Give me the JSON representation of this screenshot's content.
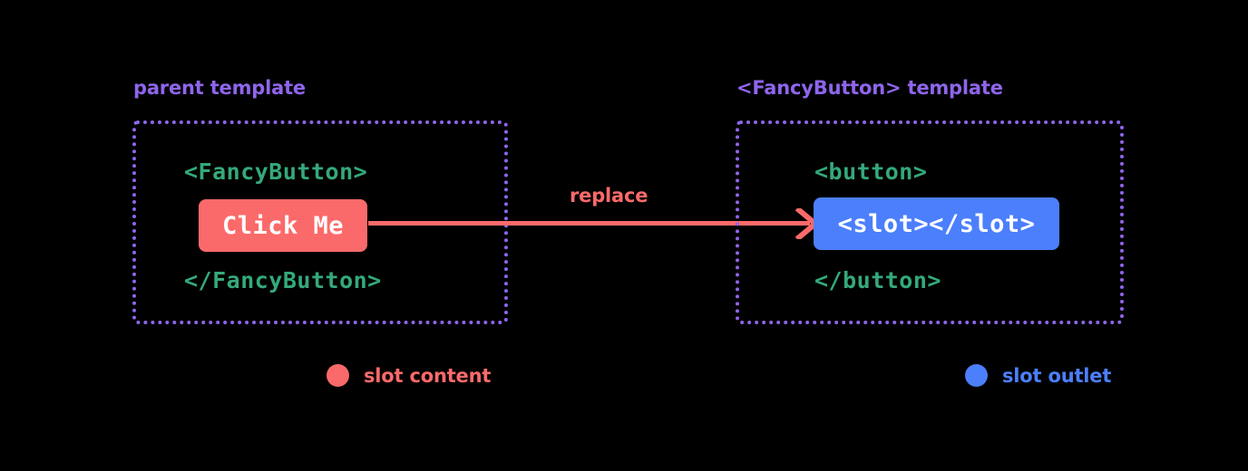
{
  "diagram": {
    "background_color": "#000000",
    "accent_colors": {
      "purple": "#8f65ec",
      "green": "#34a97a",
      "red": "#fb6a6a",
      "blue": "#4c7ffb",
      "white": "#ffffff"
    }
  },
  "panels": {
    "parent": {
      "label": "parent template",
      "open_tag": "<FancyButton>",
      "close_tag": "</FancyButton>",
      "chip": "Click Me"
    },
    "fancy": {
      "label": "<FancyButton> template",
      "open_tag": "<button>",
      "close_tag": "</button>",
      "chip": "<slot></slot>"
    }
  },
  "arrow": {
    "label": "replace",
    "icon": "arrow-right-icon"
  },
  "legend": [
    {
      "label": "slot content",
      "color": "#fb6a6a",
      "swatch": "circle-red-icon"
    },
    {
      "label": "slot outlet",
      "color": "#4c7ffb",
      "swatch": "circle-blue-icon"
    }
  ]
}
